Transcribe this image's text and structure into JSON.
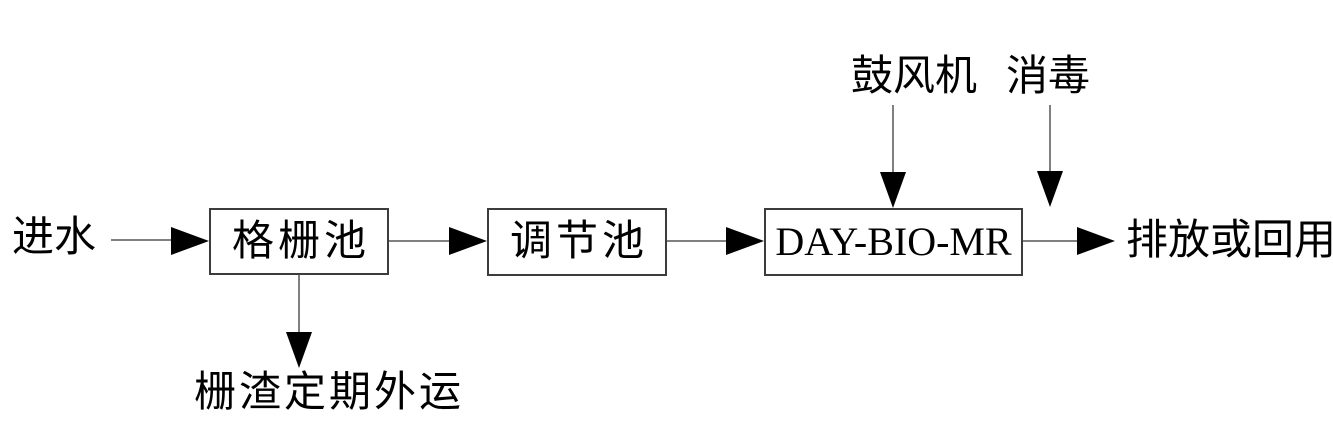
{
  "diagram": {
    "labels": {
      "inlet": "进水",
      "outlet": "排放或回用",
      "blower": "鼓风机",
      "disinfection": "消毒",
      "screen_residue": "栅渣定期外运"
    },
    "nodes": [
      {
        "id": "grid-tank",
        "label": "格栅池"
      },
      {
        "id": "regulating-tank",
        "label": "调节池"
      },
      {
        "id": "day-bio-mr",
        "label": "DAY-BIO-MR"
      }
    ],
    "edges": [
      {
        "from": "inlet",
        "to": "grid-tank"
      },
      {
        "from": "grid-tank",
        "to": "regulating-tank"
      },
      {
        "from": "regulating-tank",
        "to": "day-bio-mr"
      },
      {
        "from": "day-bio-mr",
        "to": "outlet"
      },
      {
        "from": "grid-tank",
        "to": "screen-residue"
      },
      {
        "from": "blower",
        "to": "day-bio-mr"
      },
      {
        "from": "disinfection",
        "to": "day-bio-mr-outlet-line"
      }
    ],
    "colors": {
      "background": "#ffffff",
      "line": "#808080",
      "arrowhead": "#000000",
      "box_border": "#3c3c3c",
      "text": "#000000"
    }
  }
}
